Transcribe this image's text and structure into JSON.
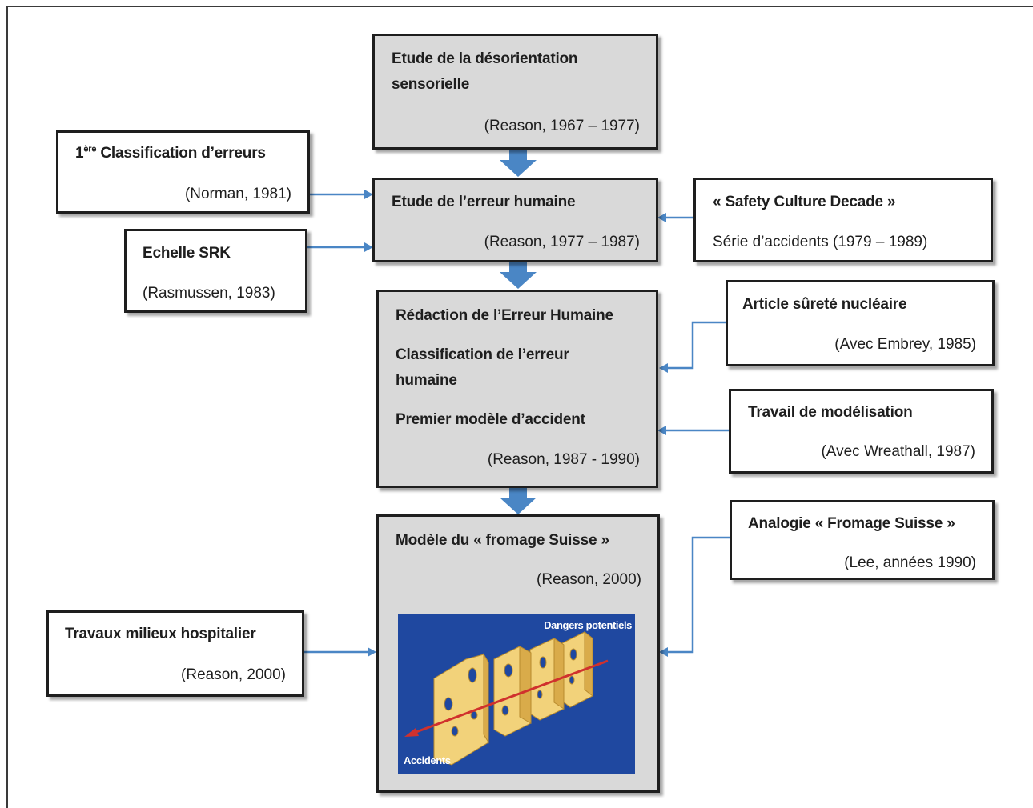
{
  "colors": {
    "connector": "#4a86c5",
    "box_grey": "#d9d9d9",
    "illustration_bg": "#1f48a0",
    "cheese": "#f2d27a",
    "arrow_red": "#d0312d"
  },
  "center_boxes": [
    {
      "lines": [
        "Etude de la désorientation",
        "sensorielle"
      ],
      "citation": "(Reason, 1967 – 1977)"
    },
    {
      "lines": [
        "Etude de l’erreur humaine"
      ],
      "citation": "(Reason, 1977 – 1987)"
    },
    {
      "lines": [
        "Rédaction de l’Erreur Humaine",
        "Classification de l’erreur",
        "humaine",
        "Premier modèle d’accident"
      ],
      "citation": "(Reason, 1987 - 1990)"
    },
    {
      "lines": [
        "Modèle du « fromage Suisse »"
      ],
      "citation": "(Reason, 2000)"
    }
  ],
  "left_boxes": [
    {
      "title_prefix": "1",
      "title_sup": "ère",
      "title": " Classification d’erreurs",
      "citation": "(Norman, 1981)"
    },
    {
      "title": "Echelle SRK",
      "citation": "(Rasmussen, 1983)"
    },
    {
      "title": "Travaux milieux hospitalier",
      "citation": "(Reason, 2000)"
    }
  ],
  "right_boxes": [
    {
      "title": "« Safety Culture Decade »",
      "citation": "Série d’accidents (1979 – 1989)"
    },
    {
      "title": "Article sûreté nucléaire",
      "citation": "(Avec Embrey, 1985)"
    },
    {
      "title": "Travail de modélisation",
      "citation": "(Avec Wreathall, 1987)"
    },
    {
      "title": "Analogie « Fromage Suisse »",
      "citation": "(Lee, années 1990)"
    }
  ],
  "illustration": {
    "top_label": "Dangers potentiels",
    "bottom_label": "Accidents"
  }
}
